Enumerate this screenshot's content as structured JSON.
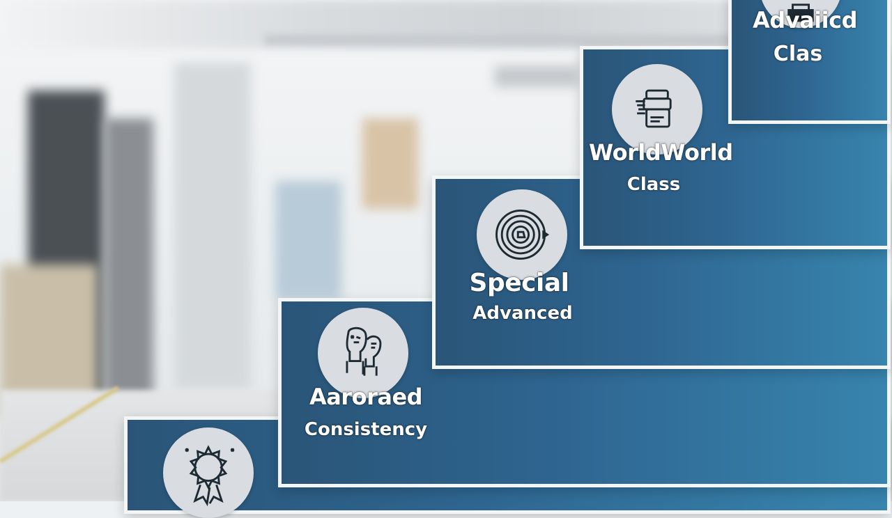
{
  "steps": [
    {
      "title": "",
      "subtitle": "",
      "icon": "medal-icon"
    },
    {
      "title": "Aaroraed",
      "subtitle": "Consistency",
      "icon": "team-heads-icon"
    },
    {
      "title": "Special",
      "subtitle": "Advanced",
      "icon": "target-icon"
    },
    {
      "title": "WorldWorld",
      "subtitle": "Class",
      "icon": "document-stack-icon"
    },
    {
      "title": "Advaiicd",
      "subtitle": "Clas",
      "icon": "trophy-icon"
    }
  ],
  "colors": {
    "step_dark": "#2a5578",
    "step_light": "#3784ae",
    "border": "#f3f5f6",
    "circle": "#d9dde1"
  }
}
